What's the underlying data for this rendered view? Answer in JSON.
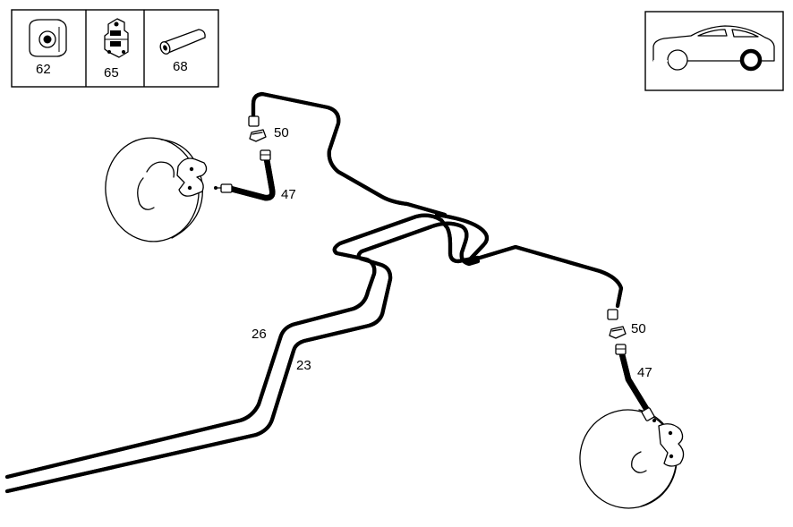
{
  "legend": [
    {
      "number": "62",
      "icon": "rubber-bushing-icon"
    },
    {
      "number": "65",
      "icon": "pipe-clip-icon"
    },
    {
      "number": "68",
      "icon": "sleeve-icon"
    }
  ],
  "vehicle": {
    "icon": "car-rear-wheel-icon"
  },
  "callouts": {
    "front_connector": "50",
    "front_hose": "47",
    "rear_connector": "50",
    "rear_hose": "47",
    "line_left": "26",
    "line_right": "23"
  }
}
